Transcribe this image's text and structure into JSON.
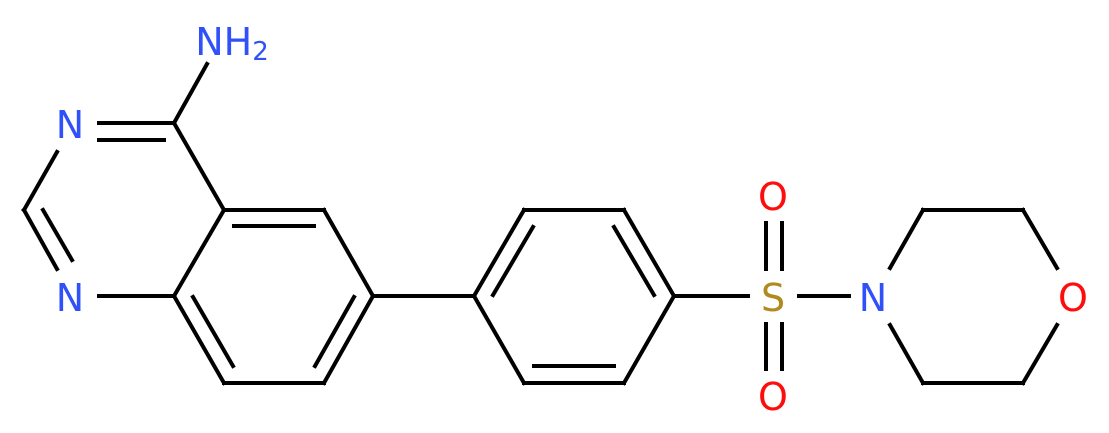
{
  "molecule": {
    "atoms": {
      "amine_n": "NH",
      "amine_sub": "2",
      "n3": "N",
      "n1": "N",
      "sulfur": "S",
      "sulfonyl_o_top": "O",
      "sulfonyl_o_bottom": "O",
      "morpholine_n": "N",
      "morpholine_o": "O"
    },
    "colors": {
      "nitrogen": "#3050F8",
      "oxygen": "#FF0D0D",
      "sulfur": "#B08A1E",
      "bond": "#000000"
    }
  }
}
